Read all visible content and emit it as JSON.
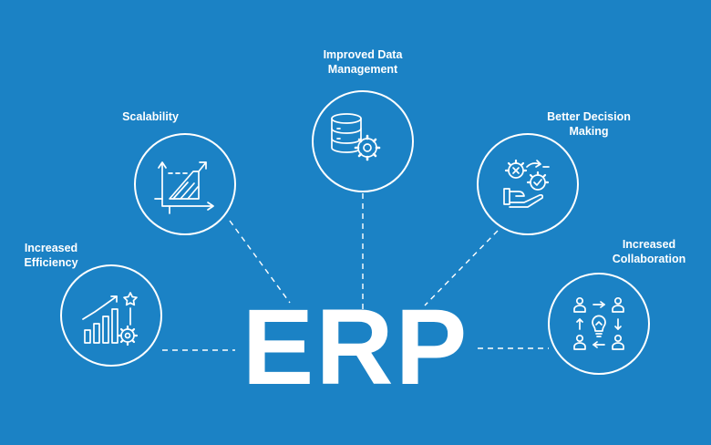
{
  "center_label": "ERP",
  "benefits": [
    {
      "key": "efficiency",
      "lines": [
        "Increased",
        "Efficiency"
      ],
      "icon": "growth-chart-gear-icon"
    },
    {
      "key": "scalability",
      "lines": [
        "Scalability"
      ],
      "icon": "scaling-graph-icon"
    },
    {
      "key": "data",
      "lines": [
        "Improved Data",
        "Management"
      ],
      "icon": "database-gear-icon"
    },
    {
      "key": "decision",
      "lines": [
        "Better Decision",
        "Making"
      ],
      "icon": "hand-gears-decision-icon"
    },
    {
      "key": "collaboration",
      "lines": [
        "Increased",
        "Collaboration"
      ],
      "icon": "people-idea-exchange-icon"
    }
  ],
  "colors": {
    "background": "#1b82c5",
    "foreground": "#ffffff"
  }
}
